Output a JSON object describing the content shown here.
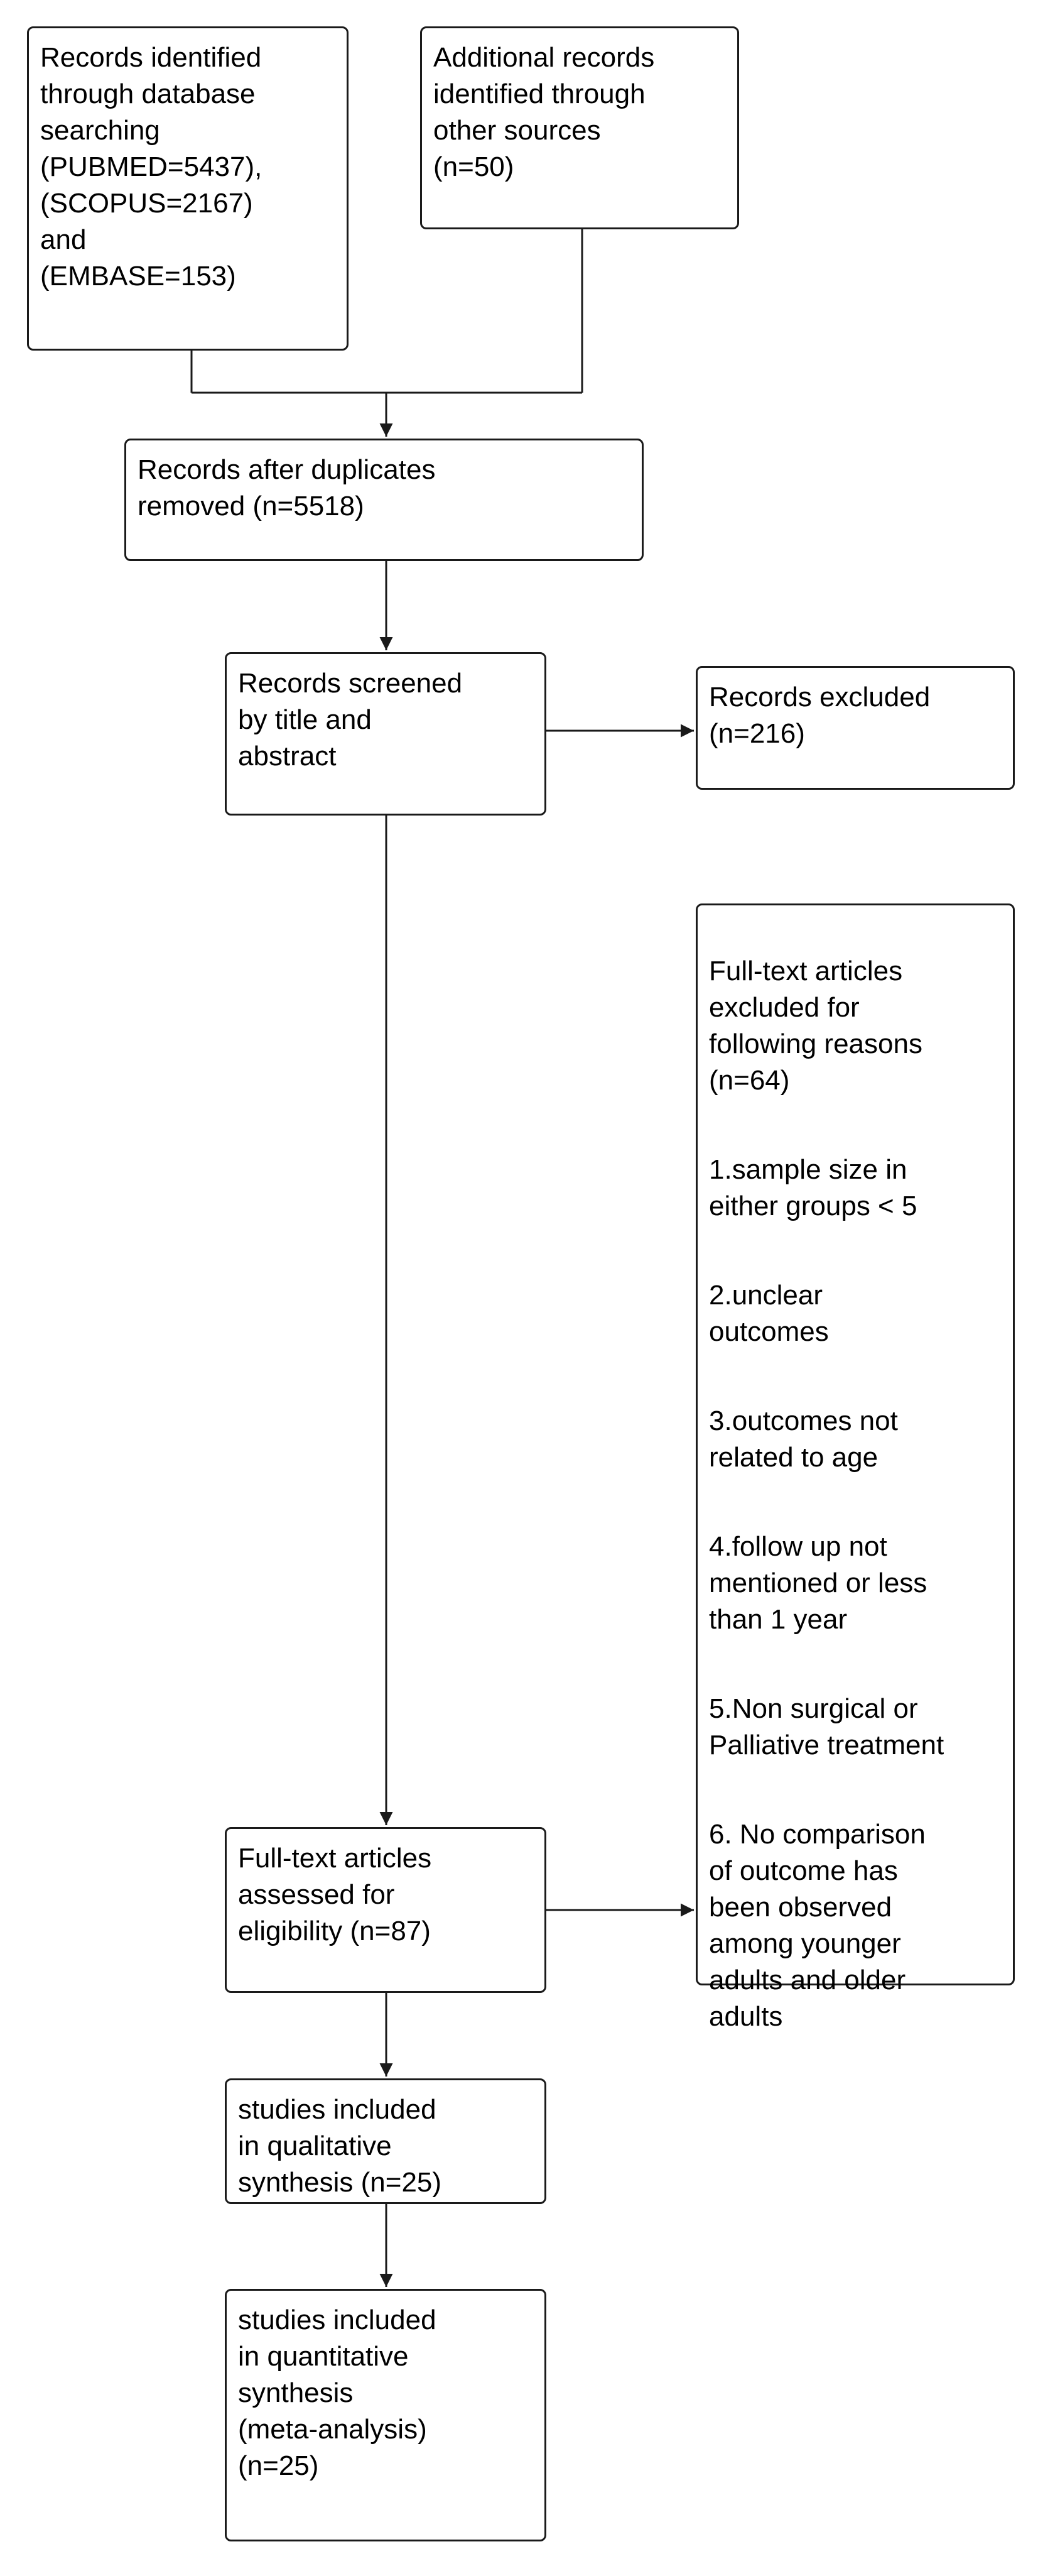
{
  "boxes": {
    "identified_db": "Records identified\nthrough database\nsearching\n(PUBMED=5437),\n(SCOPUS=2167)\nand\n(EMBASE=153)",
    "identified_other": "Additional records\nidentified through\nother sources\n(n=50)",
    "after_duplicates": "Records after duplicates\nremoved (n=5518)",
    "screened": "Records screened\nby title and\nabstract",
    "excluded": "Records excluded\n(n=216)",
    "fulltext_assessed": "Full-text articles\nassessed for\neligibility (n=87)",
    "qualitative": "studies included\nin qualitative\nsynthesis (n=25)",
    "quantitative": "studies included\nin quantitative\nsynthesis\n(meta-analysis)\n(n=25)"
  },
  "fulltext_excluded": {
    "heading": "Full-text articles\nexcluded for\nfollowing reasons\n(n=64)",
    "reasons": [
      "1.sample size in\neither groups < 5",
      "2.unclear\noutcomes",
      "3.outcomes not\nrelated to age",
      "4.follow up not\nmentioned or less\nthan 1 year",
      "5.Non surgical or\nPalliative treatment",
      "6. No comparison\nof outcome has\nbeen observed\namong younger\nadults and older\nadults"
    ]
  }
}
